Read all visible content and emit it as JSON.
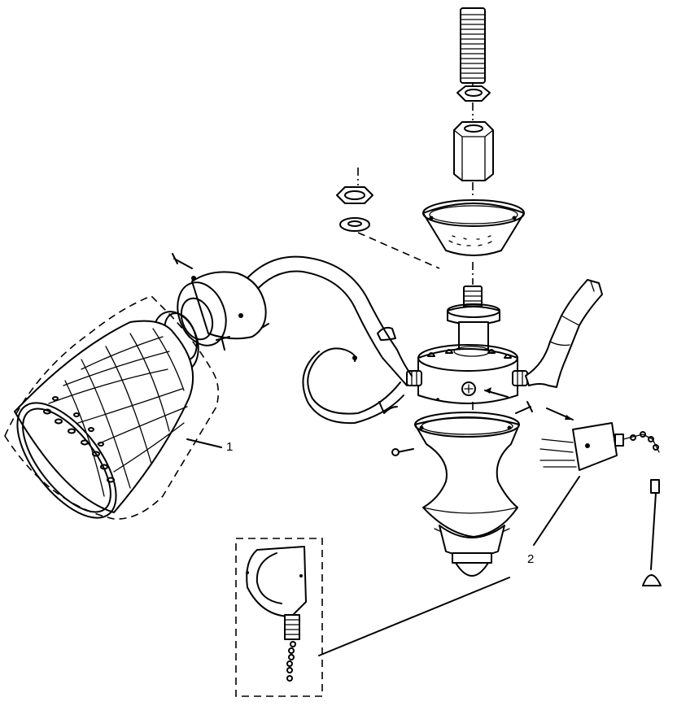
{
  "callouts": [
    {
      "id": "part-1",
      "label": "1"
    },
    {
      "id": "part-2",
      "label": "2"
    }
  ],
  "colors": {
    "ink": "#000000",
    "paper": "#ffffff"
  }
}
